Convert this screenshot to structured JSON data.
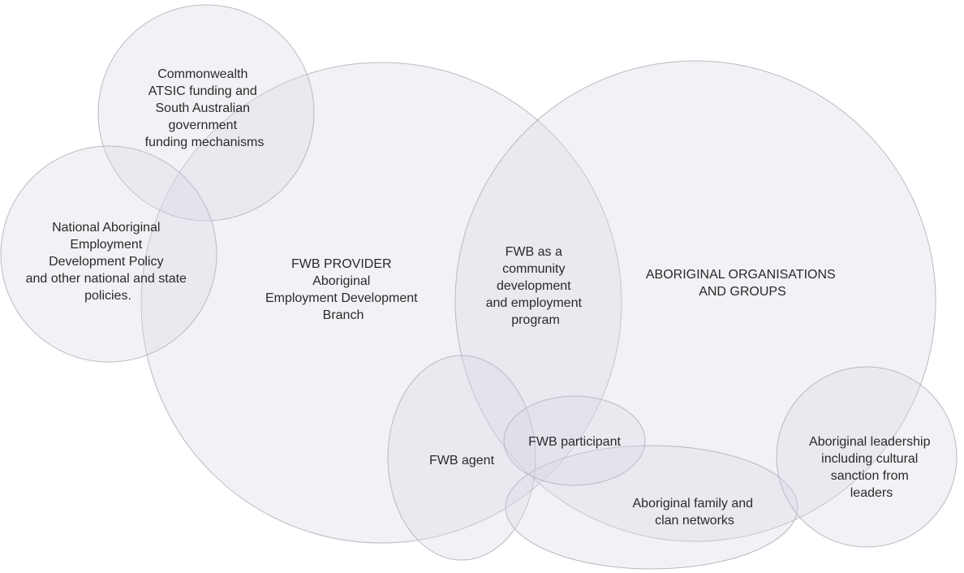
{
  "diagram": {
    "labels": {
      "funding": [
        "Commonwealth",
        "ATSIC funding and",
        "South Australian",
        "government",
        "funding mechanisms"
      ],
      "policy": [
        "National Aboriginal",
        "Employment",
        "Development Policy",
        "and other national and state",
        "policies."
      ],
      "provider": [
        "FWB PROVIDER",
        "Aboriginal",
        "Employment Development",
        "Branch"
      ],
      "program": [
        "FWB as a",
        "community",
        "development",
        "and employment",
        "program"
      ],
      "organisations": [
        "ABORIGINAL ORGANISATIONS",
        "AND GROUPS"
      ],
      "agent": [
        "FWB agent"
      ],
      "participant": [
        "FWB participant"
      ],
      "family": [
        "Aboriginal family and",
        "clan networks"
      ],
      "leadership": [
        "Aboriginal leadership",
        "including cultural",
        "sanction from",
        "leaders"
      ]
    }
  }
}
